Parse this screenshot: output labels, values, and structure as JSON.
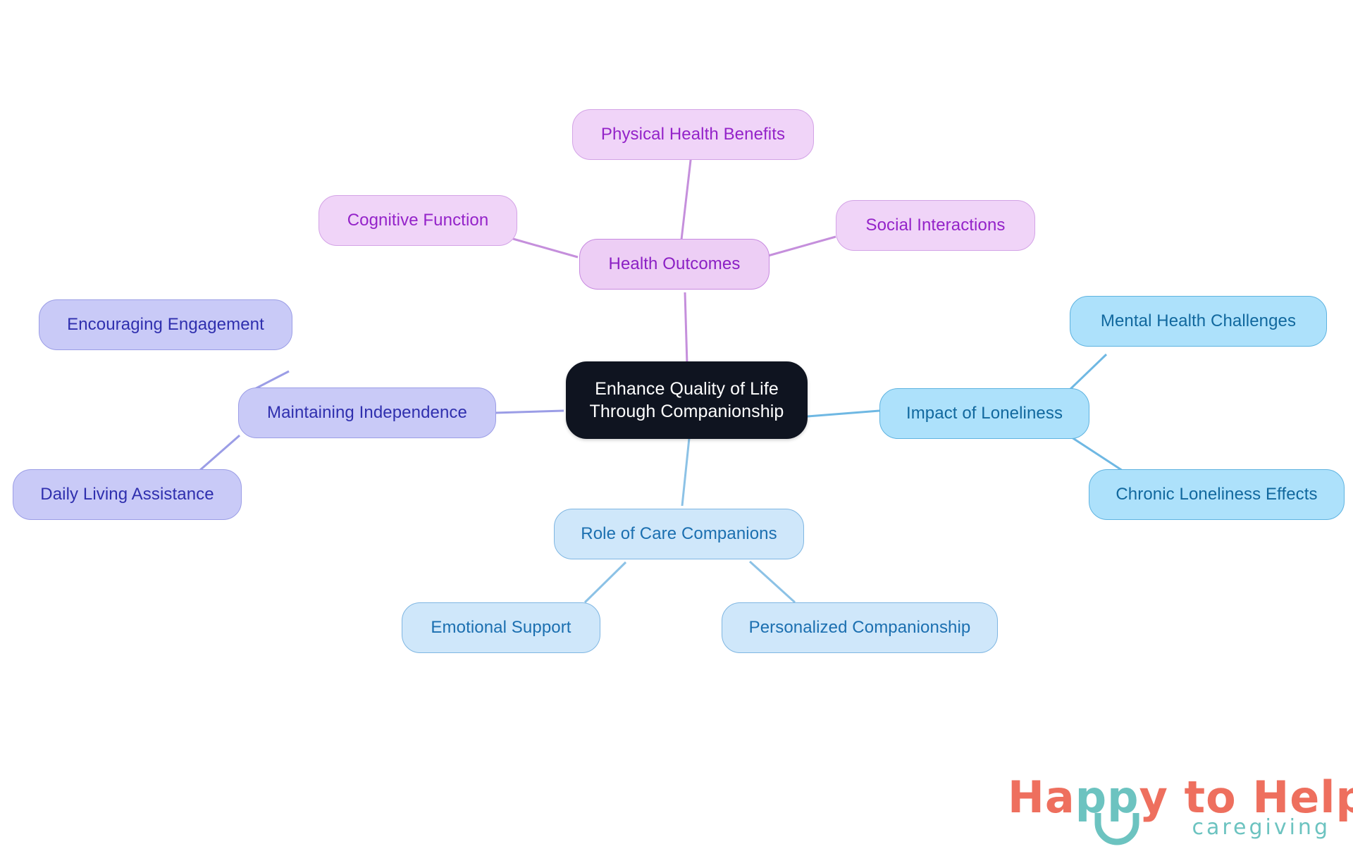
{
  "diagram": {
    "type": "mindmap",
    "background": "#ffffff",
    "root": {
      "id": "root",
      "label": "Enhance Quality of Life Through Companionship",
      "line1": "Enhance Quality of Life",
      "line2": "Through Companionship",
      "fill": "#0f1420",
      "text_color": "#ffffff"
    },
    "branches": [
      {
        "id": "health-outcomes",
        "label": "Health Outcomes",
        "fill": "#edcef5",
        "border": "#c789e0",
        "text_color": "#8b1fc4",
        "children": [
          {
            "id": "physical-health-benefits",
            "label": "Physical Health Benefits"
          },
          {
            "id": "cognitive-function",
            "label": "Cognitive Function"
          },
          {
            "id": "social-interactions",
            "label": "Social Interactions"
          }
        ]
      },
      {
        "id": "maintaining-independence",
        "label": "Maintaining Independence",
        "fill": "#c9caf7",
        "border": "#9b9de6",
        "text_color": "#2f2fae",
        "children": [
          {
            "id": "encouraging-engagement",
            "label": "Encouraging Engagement"
          },
          {
            "id": "daily-living-assistance",
            "label": "Daily Living Assistance"
          }
        ]
      },
      {
        "id": "impact-of-loneliness",
        "label": "Impact of Loneliness",
        "fill": "#ade1fb",
        "border": "#5fb3e0",
        "text_color": "#11689e",
        "children": [
          {
            "id": "mental-health-challenges",
            "label": "Mental Health Challenges"
          },
          {
            "id": "chronic-loneliness-effects",
            "label": "Chronic Loneliness Effects"
          }
        ]
      },
      {
        "id": "role-of-care-companions",
        "label": "Role of Care Companions",
        "fill": "#cfe7fa",
        "border": "#7fb6e2",
        "text_color": "#1b6fb0",
        "children": [
          {
            "id": "emotional-support",
            "label": "Emotional Support"
          },
          {
            "id": "personalized-companionship",
            "label": "Personalized Companionship"
          }
        ]
      }
    ]
  },
  "nodes": {
    "root": {
      "line1": "Enhance Quality of Life",
      "line2": "Through Companionship"
    },
    "health_outcomes": "Health Outcomes",
    "physical_health_benefits": "Physical Health Benefits",
    "cognitive_function": "Cognitive Function",
    "social_interactions": "Social Interactions",
    "maintaining_independence": "Maintaining Independence",
    "encouraging_engagement": "Encouraging Engagement",
    "daily_living_assistance": "Daily Living Assistance",
    "impact_of_loneliness": "Impact of Loneliness",
    "mental_health_challenges": "Mental Health Challenges",
    "chronic_loneliness_effects": "Chronic Loneliness Effects",
    "role_of_care_companions": "Role of Care Companions",
    "emotional_support": "Emotional Support",
    "personalized_companionship": "Personalized Companionship"
  },
  "logo": {
    "part1": "Ha",
    "part2": "pp",
    "part3": "y",
    "part4": "to Help",
    "tagline": "caregiving",
    "coral": "#ee6f5e",
    "teal": "#6cc3c0"
  },
  "edge_colors": {
    "violet": "#c58fdc",
    "periwinkle": "#9b9de6",
    "sky": "#6fb8e3",
    "sky_pale": "#8cc2e6"
  }
}
